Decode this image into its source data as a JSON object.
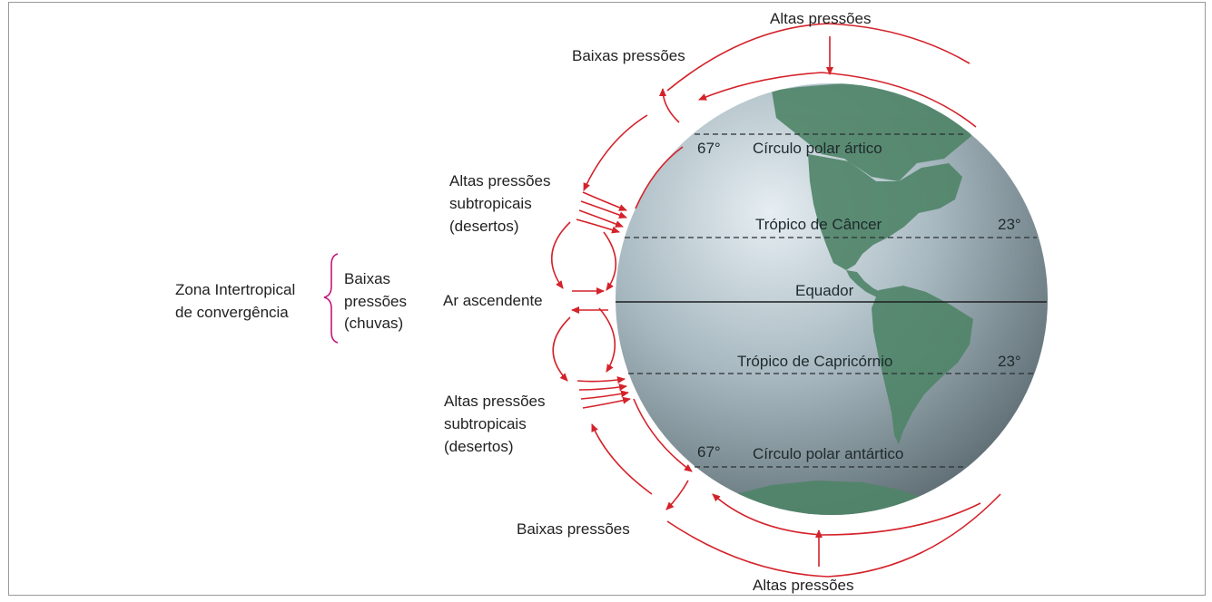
{
  "labels": {
    "top_high": "Altas pressões",
    "top_low": "Baixas pressões",
    "subtrop_high_n": [
      "Altas pressões",
      "subtropicais",
      "(desertos)"
    ],
    "ascending": "Ar ascendente",
    "subtrop_high_s": [
      "Altas pressões",
      "subtropicais",
      "(desertos)"
    ],
    "bottom_low": "Baixas pressões",
    "bottom_high": "Altas pressões",
    "itcz": [
      "Zona Intertropical",
      "de convergência"
    ],
    "itcz_pressure": [
      "Baixas",
      "pressões",
      "(chuvas)"
    ]
  },
  "globe_lines": {
    "arctic": "Círculo polar ártico",
    "arctic_deg": "67°",
    "cancer": "Trópico de Câncer",
    "cancer_deg": "23°",
    "equator": "Equador",
    "capricorn": "Trópico de Capricórnio",
    "capricorn_deg": "23°",
    "antarctic": "Círculo polar antártico",
    "antarctic_deg": "67°"
  },
  "colors": {
    "arrow": "#d4222a",
    "brace": "#c2187a",
    "land": "#4f8468",
    "globe_light": "#e6eef2",
    "globe_dark": "#4d5c62"
  }
}
